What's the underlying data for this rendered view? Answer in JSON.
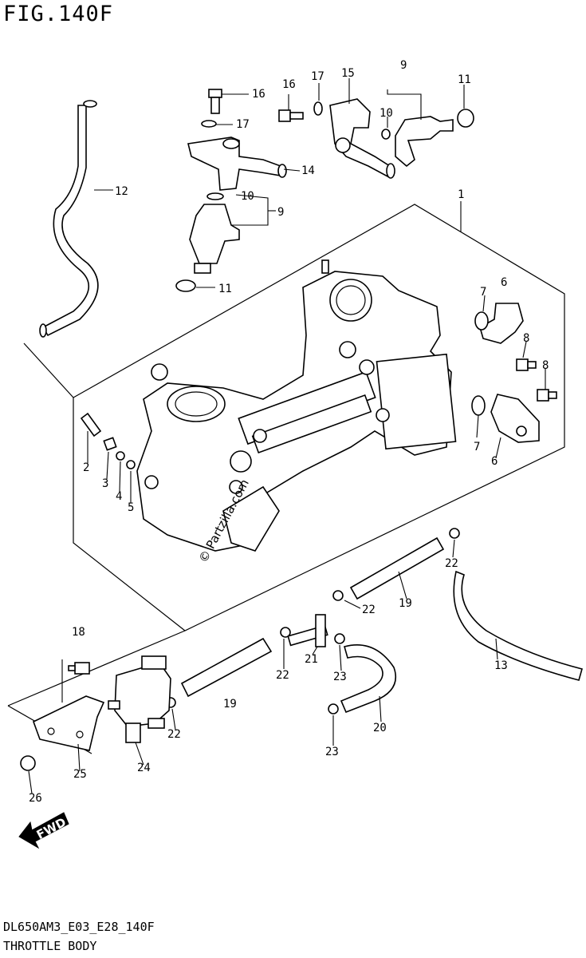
{
  "figure_title": "FIG.140F",
  "drawing_code": "DL650AM3_E03_E28_140F",
  "drawing_name": "THROTTLE BODY",
  "watermark": "© Partzilla.com",
  "fwd_label": "FWD",
  "callouts": {
    "c1": "1",
    "c2": "2",
    "c3": "3",
    "c4": "4",
    "c5": "5",
    "c6a": "6",
    "c6b": "6",
    "c7a": "7",
    "c7b": "7",
    "c8a": "8",
    "c8b": "8",
    "c9a": "9",
    "c9b": "9",
    "c10a": "10",
    "c10b": "10",
    "c11a": "11",
    "c11b": "11",
    "c12": "12",
    "c13": "13",
    "c14": "14",
    "c15": "15",
    "c16a": "16",
    "c16b": "16",
    "c17a": "17",
    "c17b": "17",
    "c18": "18",
    "c19a": "19",
    "c19b": "19",
    "c20": "20",
    "c21": "21",
    "c22a": "22",
    "c22b": "22",
    "c22c": "22",
    "c22d": "22",
    "c23a": "23",
    "c23b": "23",
    "c24": "24",
    "c25": "25",
    "c26": "26"
  }
}
